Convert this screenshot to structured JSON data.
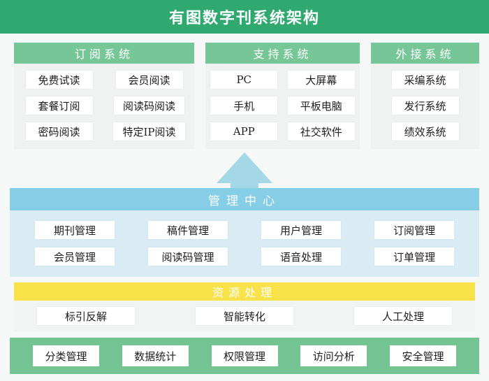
{
  "title": "有图数字刊系统架构",
  "colors": {
    "title_bar_green": "#2fa96f",
    "panel_header_green": "#76c697",
    "bottom_panel_green": "#74c493",
    "management_band_blue": "#85cee5",
    "management_panel_blue": "#d9ecf4",
    "arrow_blue": "#a5d8e7",
    "resource_band_yellow": "#f8e24a",
    "panel_gray": "#f0f1f1",
    "page_background": "#f6f8f7"
  },
  "columns": [
    {
      "header": "订阅系统",
      "items": [
        "免费试读",
        "会员阅读",
        "套餐订阅",
        "阅读码阅读",
        "密码阅读",
        "特定IP阅读"
      ]
    },
    {
      "header": "支持系统",
      "items": [
        "PC",
        "大屏幕",
        "手机",
        "平板电脑",
        "APP",
        "社交软件"
      ]
    },
    {
      "header": "外接系统",
      "items": [
        "采编系统",
        "发行系统",
        "绩效系统"
      ]
    }
  ],
  "management": {
    "header": "管理中心",
    "items": [
      "期刊管理",
      "稿件管理",
      "用户管理",
      "订阅管理",
      "会员管理",
      "阅读码管理",
      "语音处理",
      "订单管理"
    ]
  },
  "resource": {
    "header": "资源处理",
    "items": [
      "标引反解",
      "智能转化",
      "人工处理"
    ]
  },
  "bottom": {
    "items": [
      "分类管理",
      "数据统计",
      "权限管理",
      "访问分析",
      "安全管理"
    ]
  }
}
